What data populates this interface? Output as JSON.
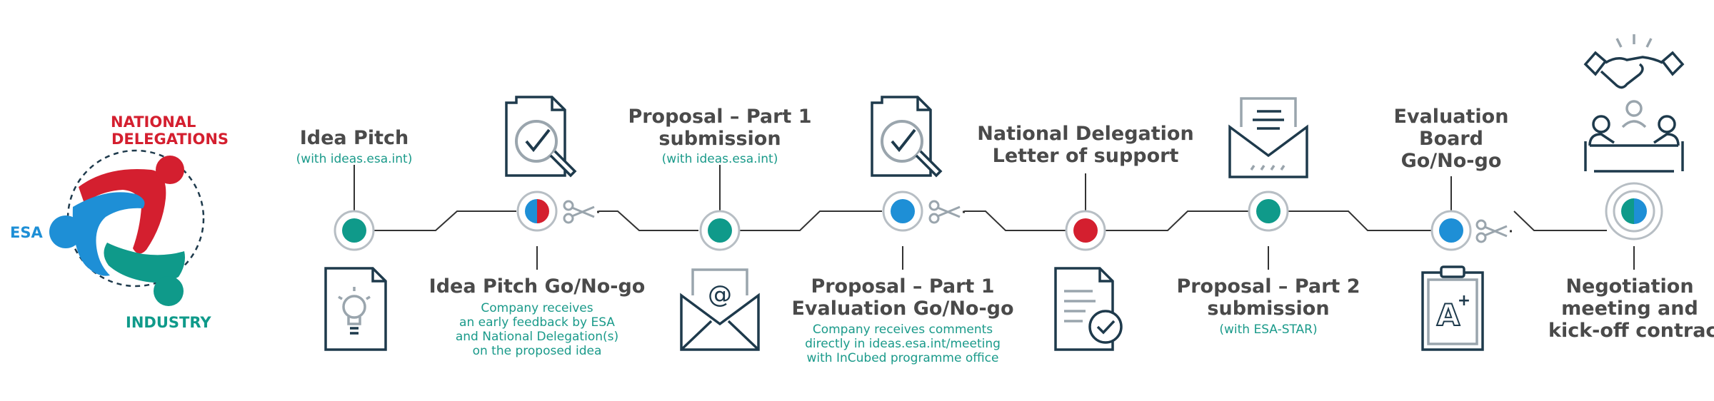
{
  "logo": {
    "national": "NATIONAL",
    "delegations": "DELEGATIONS",
    "esa": "ESA",
    "industry": "INDUSTRY"
  },
  "colors": {
    "teal": "#0f9a8a",
    "blue": "#1e8fd6",
    "red": "#d41f2f",
    "dark": "#1e3a4c",
    "grey": "#9aa5ad",
    "text": "#4a4a4a"
  },
  "steps": {
    "idea_pitch": {
      "title": "Idea Pitch",
      "sub": "(with ideas.esa.int)"
    },
    "idea_gonogo": {
      "title": "Idea Pitch Go/No-go",
      "desc": [
        "Company receives",
        "an early feedback by ESA",
        "and National Delegation(s)",
        "on the proposed idea"
      ]
    },
    "proposal1": {
      "title": [
        "Proposal – Part 1",
        "submission"
      ],
      "sub": "(with ideas.esa.int)"
    },
    "proposal1_eval": {
      "title": [
        "Proposal – Part 1",
        "Evaluation Go/No-go"
      ],
      "desc": [
        "Company receives comments",
        "directly in ideas.esa.int/meeting",
        "with InCubed programme office"
      ]
    },
    "national_letter": {
      "title": [
        "National Delegation",
        "Letter of support"
      ]
    },
    "proposal2": {
      "title": [
        "Proposal – Part 2",
        "submission"
      ],
      "sub": "(with ESA-STAR)"
    },
    "board": {
      "title": [
        "Evaluation",
        "Board",
        "Go/No-go"
      ]
    },
    "negotiation": {
      "title": [
        "Negotiation",
        "meeting and",
        "kick-off contract"
      ]
    }
  },
  "icons": [
    "lightbulb-document-icon",
    "document-magnifier-check-icon",
    "email-at-icon",
    "document-magnifier-check-icon",
    "document-check-icon",
    "envelope-letter-icon",
    "clipboard-grade-icon",
    "handshake-meeting-icon",
    "scissors-icon"
  ]
}
